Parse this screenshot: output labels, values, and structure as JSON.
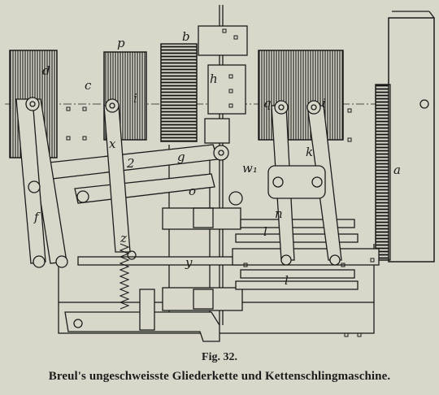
{
  "figure": {
    "number_label": "Fig.",
    "number": "32.",
    "caption": "Breul's ungeschweisste Gliederkette und Kettenschlingmaschine.",
    "part_labels": {
      "a": "a",
      "b": "b",
      "c": "c",
      "d": "d",
      "f": "f",
      "g": "g",
      "h": "h",
      "i_left": "i",
      "i_right": "i",
      "k": "k",
      "l_upper": "l",
      "l_lower": "l",
      "o": "o",
      "p": "p",
      "q": "q",
      "w": "w₁",
      "x": "x",
      "y": "y",
      "z": "z",
      "n": "n",
      "two": "2"
    }
  },
  "colors": {
    "paper": "#d9d7ca",
    "ink": "#1c1c1c"
  }
}
